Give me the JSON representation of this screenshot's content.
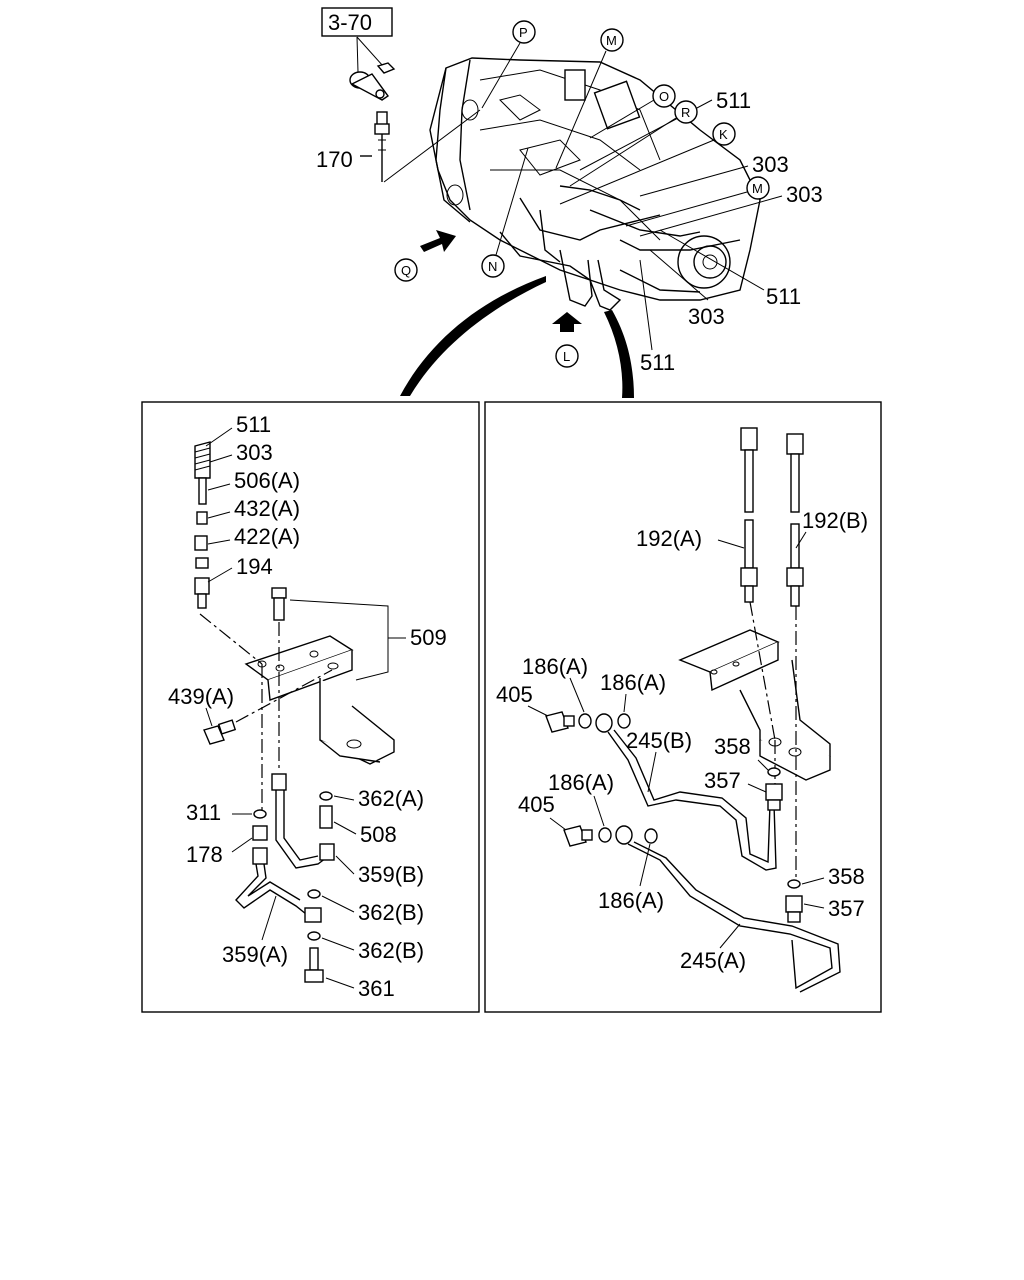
{
  "ref_box": "3-70",
  "top_labels": {
    "p170": "170",
    "p511a": "511",
    "p303a": "303",
    "p303b": "303",
    "p511b": "511",
    "p303c": "303",
    "p511c": "511"
  },
  "callouts": {
    "P": "P",
    "M1": "M",
    "O": "O",
    "R": "R",
    "K": "K",
    "M2": "M",
    "N": "N",
    "Q": "Q",
    "L": "L"
  },
  "left_panel": {
    "p511": "511",
    "p303": "303",
    "p506a": "506(A)",
    "p432a": "432(A)",
    "p422a": "422(A)",
    "p194": "194",
    "p509": "509",
    "p439a": "439(A)",
    "p311": "311",
    "p178": "178",
    "p362a": "362(A)",
    "p508": "508",
    "p359b": "359(B)",
    "p362b1": "362(B)",
    "p359a": "359(A)",
    "p362b2": "362(B)",
    "p361": "361"
  },
  "right_panel": {
    "p192a": "192(A)",
    "p192b": "192(B)",
    "p186a1": "186(A)",
    "p186a2": "186(A)",
    "p405a": "405",
    "p245b": "245(B)",
    "p358a": "358",
    "p186a3": "186(A)",
    "p357a": "357",
    "p405b": "405",
    "p186a4": "186(A)",
    "p358b": "358",
    "p357b": "357",
    "p245a": "245(A)"
  }
}
